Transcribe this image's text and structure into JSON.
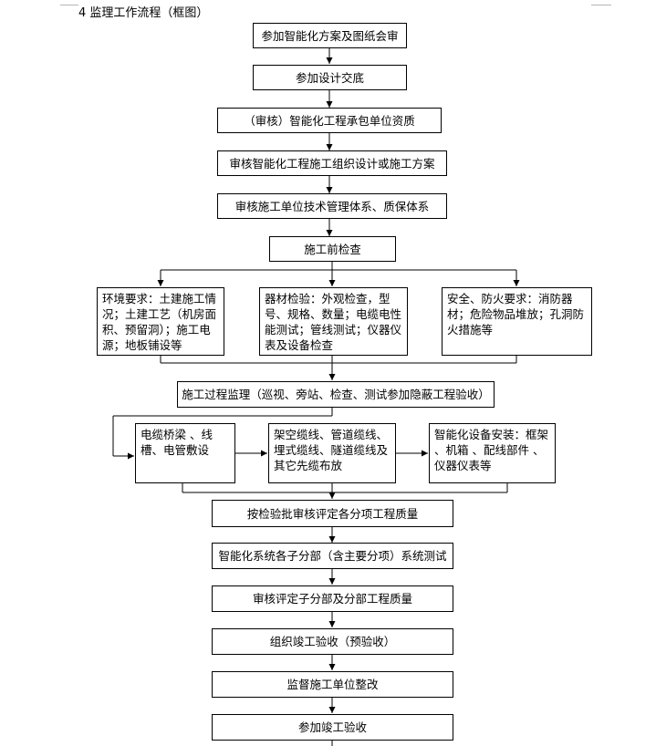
{
  "heading": "4  监理工作流程（框图）",
  "flow": {
    "step1": "参加智能化方案及图纸会审",
    "step2": "参加设计交底",
    "step3": "（审核）智能化工程承包单位资质",
    "step4": "审核智能化工程施工组织设计或施工方案",
    "step5": "审核施工单位技术管理体系、质保体系",
    "step6": "施工前检查",
    "check_env": "环境要求：土建施工情况；土建工艺（机房面积、预留洞）；施工电源；地板铺设等",
    "check_equipment": "器材检验：外观检查，型号、规格、数量；电缆电性能测试；管线测试；仪器仪表及设备检查",
    "check_safety": "安全、防火要求：消防器材；危险物品堆放；孔洞防火措施等",
    "step7": "施工过程监理（巡视、旁站、检查、测试参加隐蔽工程验收）",
    "proc_bridge": "电缆桥梁 、线槽、电管敷设",
    "proc_cable": "架空缆线、管道缆线、埋式缆线、隧道缆线及其它先缆布放",
    "proc_device": "智能化设备安装：框架 、机箱 、配线部件 、仪器仪表等",
    "step8": "按检验批审核评定各分项工程质量",
    "step9": "智能化系统各子分部（含主要分项）系统测试",
    "step10": "审核评定子分部及分部工程质量",
    "step11": "组织竣工验收（预验收）",
    "step12": "监督施工单位整改",
    "step13": "参加竣工验收"
  }
}
